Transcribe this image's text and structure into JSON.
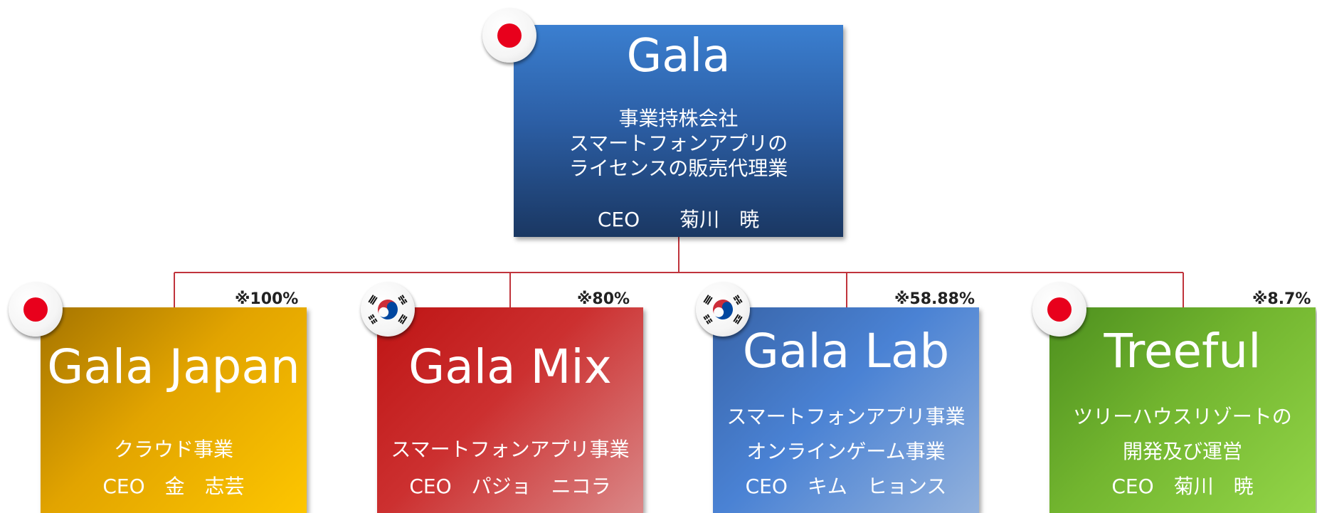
{
  "parent": {
    "name": "Gala",
    "desc": [
      "事業持株会社",
      "スマートフォンアプリの",
      "ライセンスの販売代理業"
    ],
    "ceo": "CEO　　菊川　暁",
    "flag": "japan-flag"
  },
  "subsidiaries": [
    {
      "name": "Gala Japan",
      "lines": [
        "クラウド事業",
        "CEO　金　志芸"
      ],
      "percent": "※100%",
      "flag": "japan-flag",
      "color": "#e2a400"
    },
    {
      "name": "Gala Mix",
      "lines": [
        "スマートフォンアプリ事業",
        "CEO　パジョ　ニコラ"
      ],
      "percent": "※80%",
      "flag": "korea-flag",
      "color": "#cc3030"
    },
    {
      "name": "Gala Lab",
      "lines": [
        "スマートフォンアプリ事業",
        "オンラインゲーム事業",
        "CEO　キム　ヒョンス"
      ],
      "percent": "※58.88%",
      "flag": "korea-flag",
      "color": "#4a82d4"
    },
    {
      "name": "Treeful",
      "lines": [
        "ツリーハウスリゾートの",
        "開発及び運営",
        "CEO　菊川　暁"
      ],
      "percent": "※8.7%",
      "flag": "japan-flag",
      "color": "#72b52f"
    }
  ],
  "connector_color": "#c0343c"
}
